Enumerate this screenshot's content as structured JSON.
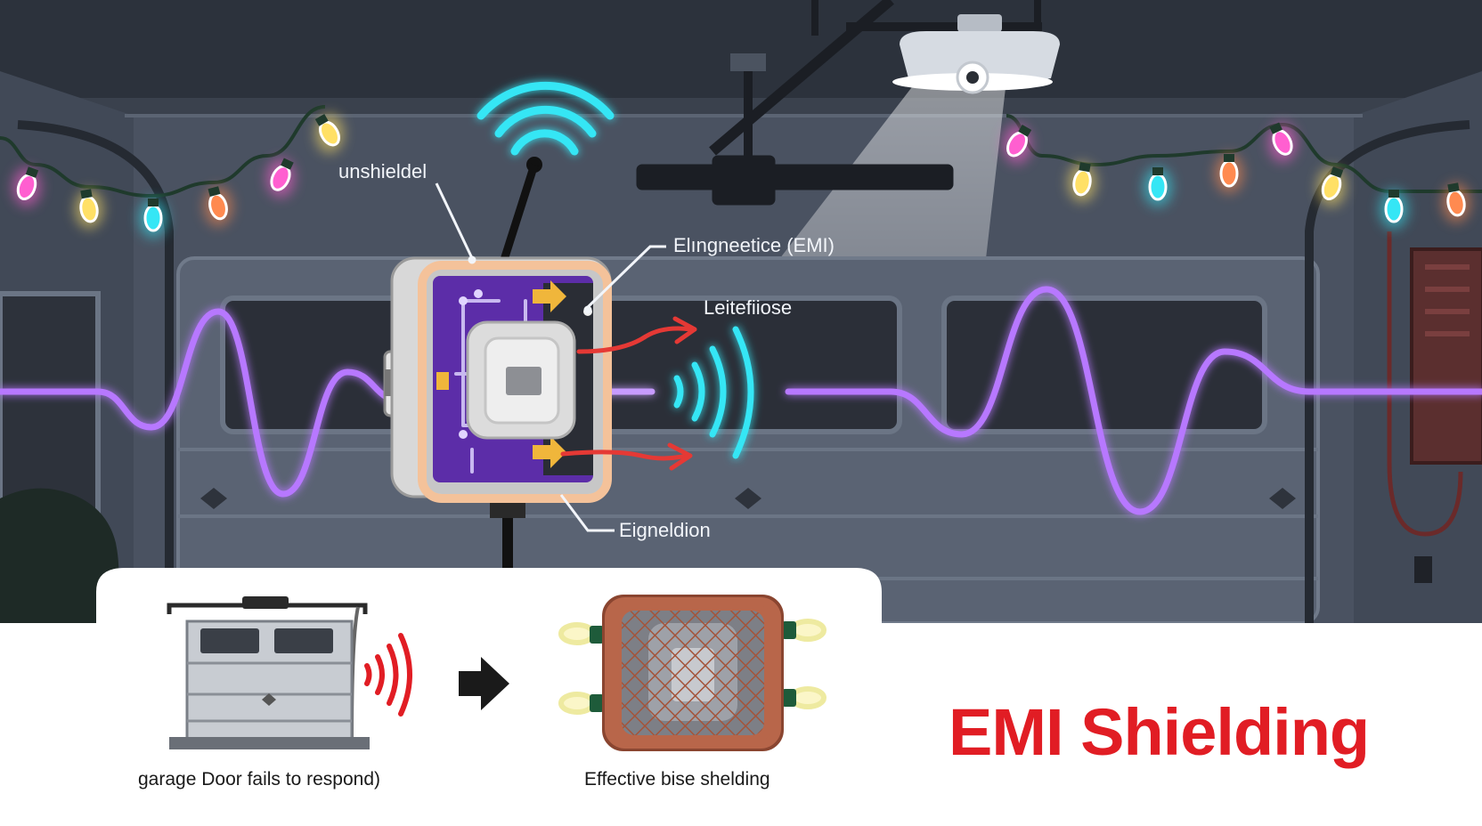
{
  "labels": {
    "unshielded": "unshieldel",
    "emi": "Elıngneetice (EMI)",
    "interference": "Leitefiiose",
    "shielded": "Eigneldion"
  },
  "captions": {
    "left": "garage Door fails to respond)",
    "right": "Effective bise shelding"
  },
  "title": "EMI Shielding",
  "colors": {
    "title": "#e11d24",
    "wave": "#b778ff",
    "wifi": "#35e6f5",
    "arrow": "#e53935",
    "garage_bg": "#3b4350",
    "mesh": "#b8664a"
  },
  "icons": [
    "wifi-icon",
    "ceiling-light-icon",
    "string-lights-icon",
    "garage-door-icon",
    "signal-waves-icon",
    "arrow-right-icon",
    "shielded-box-icon"
  ]
}
